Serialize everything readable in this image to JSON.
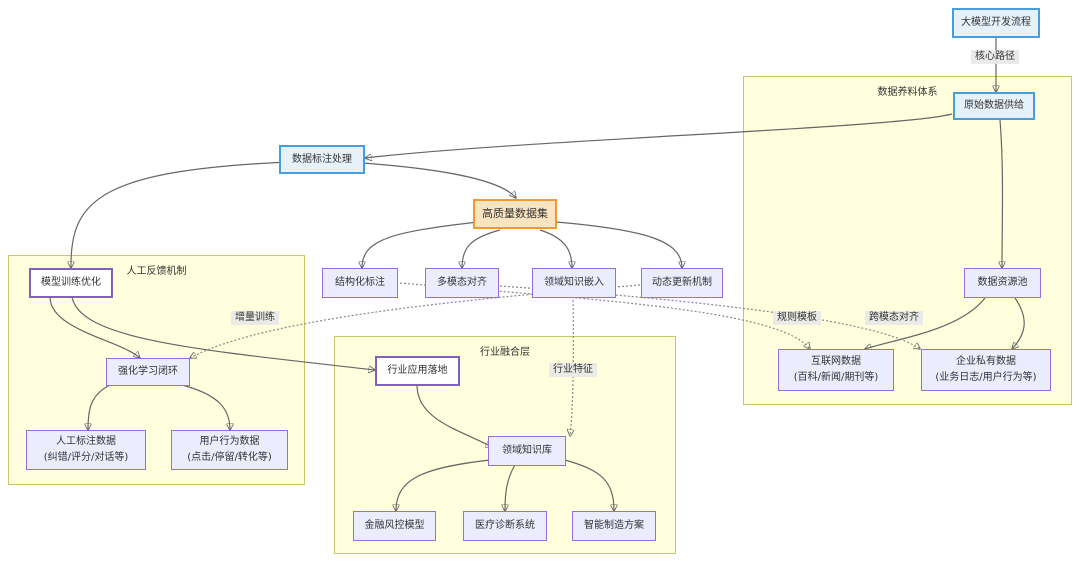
{
  "clusters": {
    "data_feed": "数据养料体系",
    "human_feedback": "人工反馈机制",
    "industry": "行业融合层"
  },
  "nodes": {
    "title": "大模型开发流程",
    "raw_data": "原始数据供给",
    "annotation": "数据标注处理",
    "hq_dataset": "高质量数据集",
    "structured": "结构化标注",
    "multimodal": "多模态对齐",
    "domain_embed": "领域知识嵌入",
    "dynamic_update": "动态更新机制",
    "model_training": "模型训练优化",
    "rl_loop": "强化学习闭环",
    "human_label": [
      "人工标注数据",
      "(纠错/评分/对话等)"
    ],
    "user_behavior": [
      "用户行为数据",
      "(点击/停留/转化等)"
    ],
    "industry_app": "行业应用落地",
    "domain_kb": "领域知识库",
    "finance": "金融风控模型",
    "medical": "医疗诊断系统",
    "manufacturing": "智能制造方案",
    "resource_pool": "数据资源池",
    "internet": [
      "互联网数据",
      "(百科/新闻/期刊等)"
    ],
    "enterprise": [
      "企业私有数据",
      "(业务日志/用户行为等)"
    ]
  },
  "edge_labels": {
    "core_path": "核心路径",
    "incremental": "增量训练",
    "rule_template": "规则模板",
    "cross_modal": "跨模态对齐",
    "industry_feature": "行业特征"
  },
  "colors": {
    "cluster_fill": "#ffffde",
    "node_fill": "#ececff",
    "node_border": "#9370db",
    "highlight_blue": "#4a9ddb",
    "highlight_orange": "#f29a30"
  }
}
